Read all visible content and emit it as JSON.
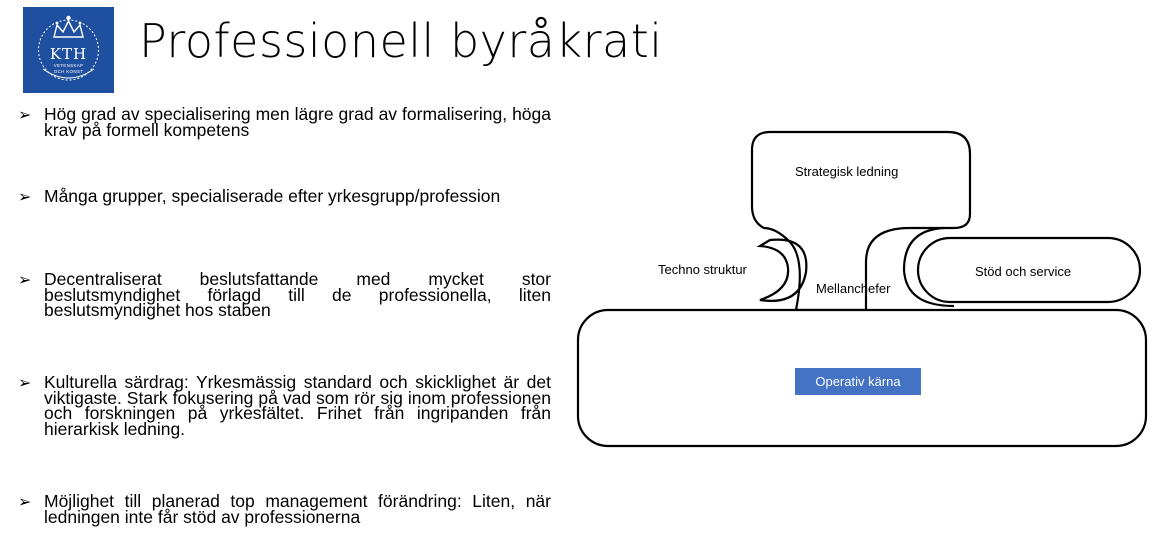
{
  "slide": {
    "title": "Professionell byråkrati",
    "logo": {
      "text": "KTH",
      "motto_line1": "VETENSKAP",
      "motto_line2": "OCH KONST"
    },
    "bullet_marker": "➢",
    "bullets": [
      "Hög grad av specialisering men lägre grad av formalisering, höga krav på formell kompetens",
      "Många grupper, specialiserade efter yrkesgrupp/profession",
      "Decentraliserat beslutsfattande med mycket stor beslutsmyndighet förlagd till de professionella, liten beslutsmyndighet hos staben",
      "Kulturella särdrag: Yrkesmässig standard och skicklighet är det viktigaste. Stark fokusering på vad som rör sig inom professionen och forskningen på yrkesfältet. Frihet från ingripanden från hierarkisk ledning.",
      "Möjlighet till planerad top management förändring: Liten, när ledningen inte får stöd av professionerna"
    ]
  },
  "diagram": {
    "strategic_apex": "Strategisk ledning",
    "technostructure": "Techno struktur",
    "middle_line": "Mellanchefer",
    "support_staff": "Stöd och service",
    "operating_core": "Operativ kärna",
    "operating_core_color": "#4472c4"
  },
  "colors": {
    "logo_background": "#1f50a0",
    "outline": "#000000"
  }
}
